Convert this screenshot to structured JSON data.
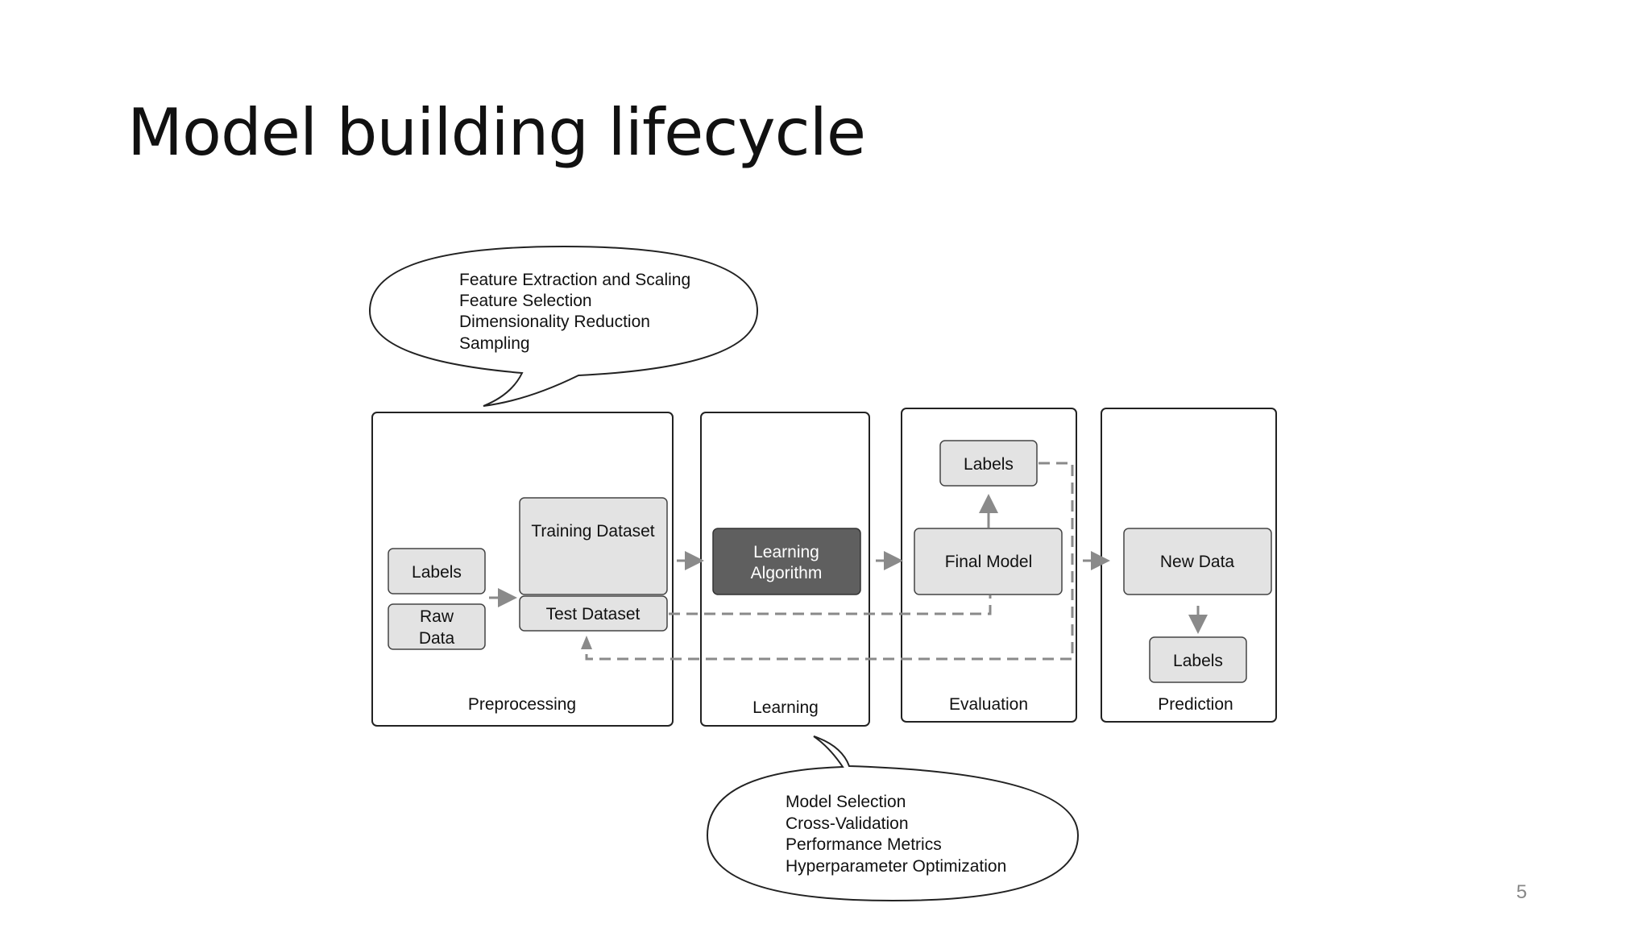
{
  "slide": {
    "title": "Model building lifecycle",
    "page_number": "5"
  },
  "bubbles": {
    "preprocessing": [
      "Feature Extraction and Scaling",
      "Feature Selection",
      "Dimensionality Reduction",
      "Sampling"
    ],
    "learning": [
      "Model Selection",
      "Cross-Validation",
      "Performance Metrics",
      "Hyperparameter Optimization"
    ]
  },
  "stages": {
    "preprocessing": "Preprocessing",
    "learning": "Learning",
    "evaluation": "Evaluation",
    "prediction": "Prediction"
  },
  "boxes": {
    "labels": "Labels",
    "raw_data": [
      "Raw",
      "Data"
    ],
    "training_dataset": "Training Dataset",
    "test_dataset": "Test Dataset",
    "learning_algorithm": [
      "Learning",
      "Algorithm"
    ],
    "final_model": "Final Model",
    "eval_labels": "Labels",
    "new_data": "New Data",
    "pred_labels": "Labels"
  },
  "colors": {
    "box_fill": "#e3e3e3",
    "algorithm_fill": "#5f5f5f",
    "arrow": "#8a8a8a"
  }
}
